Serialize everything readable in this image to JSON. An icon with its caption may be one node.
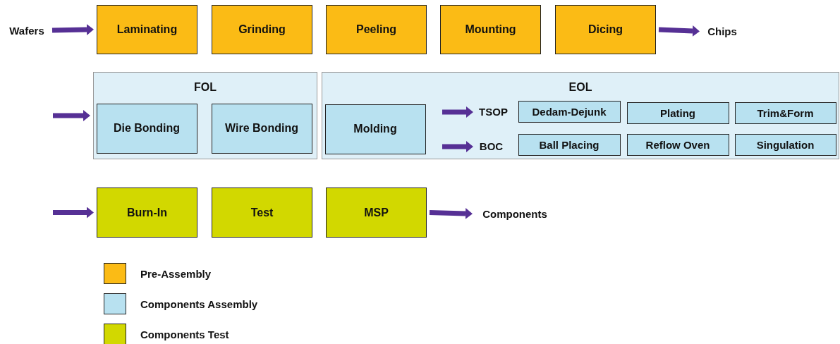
{
  "diagram": {
    "nodes": [
      {
        "text": [
          "Wafers"
        ]
      },
      {
        "text": [
          "Laminating"
        ]
      },
      {
        "text": [
          "Grinding"
        ]
      },
      {
        "text": [
          "Peeling"
        ]
      },
      {
        "text": [
          "Mounting"
        ]
      },
      {
        "text": [
          "Dicing"
        ]
      },
      {
        "text": [
          "Chips"
        ]
      },
      {
        "text": [
          "FOL"
        ]
      },
      {
        "text": [
          "Die Bonding"
        ],
        "in": 7
      },
      {
        "text": [
          "Wire Bonding"
        ],
        "in": 7
      },
      {
        "text": [
          "EOL"
        ]
      },
      {
        "text": [
          "Molding"
        ],
        "in": 10
      },
      {
        "text": [
          "TSOP"
        ],
        "in": 10
      },
      {
        "text": [
          "Dedam-Dejunk"
        ],
        "in": 10
      },
      {
        "text": [
          "Plating"
        ],
        "in": 10
      },
      {
        "text": [
          "Trim&Form"
        ],
        "in": 10
      },
      {
        "text": [
          "BOC"
        ],
        "in": 10
      },
      {
        "text": [
          "Ball Placing"
        ],
        "in": 10
      },
      {
        "text": [
          "Reflow Oven"
        ],
        "in": 10
      },
      {
        "text": [
          "Singulation"
        ],
        "in": 10
      },
      {
        "text": [
          "Burn-In"
        ]
      },
      {
        "text": [
          "Test"
        ]
      },
      {
        "text": [
          "MSP"
        ]
      },
      {
        "text": [
          "Components"
        ]
      }
    ],
    "edges": [
      {
        "from": 0,
        "to": 1,
        "arrow": "to"
      },
      {
        "from": 5,
        "to": 6,
        "arrow": "to"
      },
      {
        "from": null,
        "to": 7,
        "arrow": "to"
      },
      {
        "from": null,
        "to": 12,
        "arrow": "to"
      },
      {
        "from": null,
        "to": 16,
        "arrow": "to"
      },
      {
        "from": null,
        "to": 20,
        "arrow": "to"
      },
      {
        "from": 22,
        "to": 23,
        "arrow": "to"
      }
    ],
    "legend": [
      {
        "text": "Pre-Assembly",
        "color": "#fbbb15"
      },
      {
        "text": "Components Assembly",
        "color": "#b8e1f0"
      },
      {
        "text": "Components Test",
        "color": "#d2d800"
      }
    ]
  }
}
